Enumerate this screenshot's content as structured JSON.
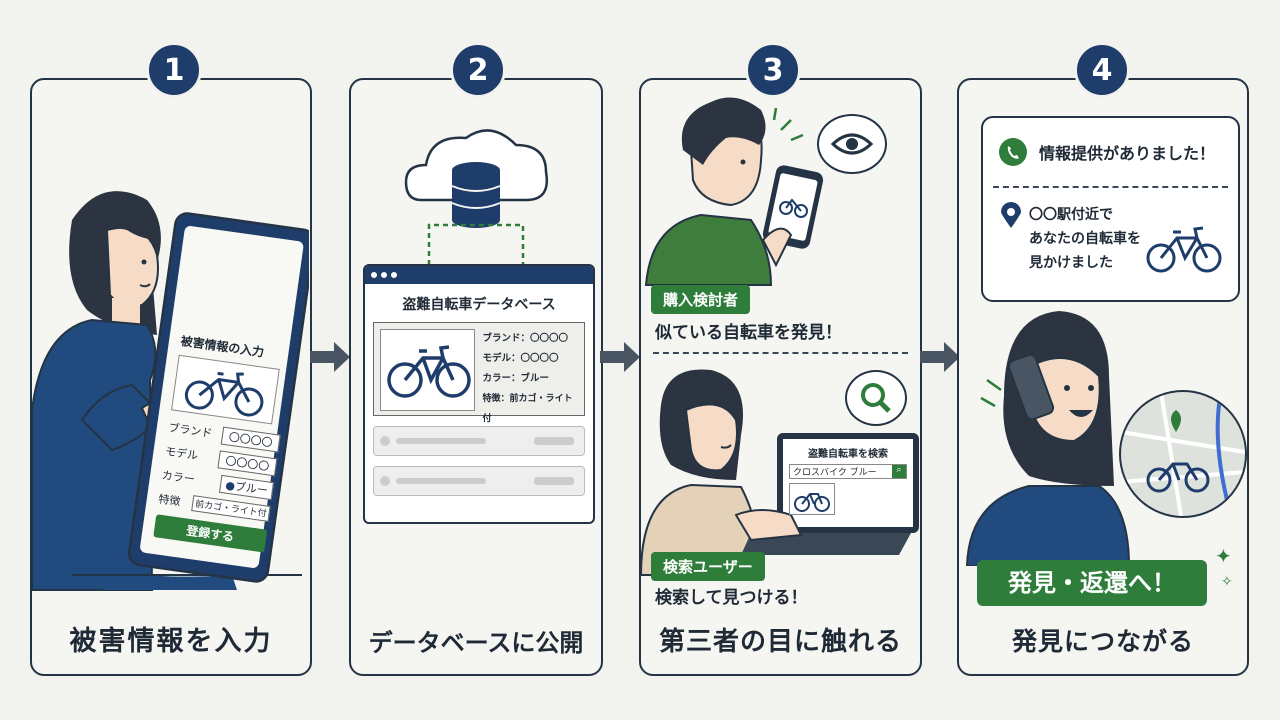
{
  "steps": [
    {
      "num": "1",
      "caption": "被害情報を入力"
    },
    {
      "num": "2",
      "caption": "データベースに公開"
    },
    {
      "num": "3",
      "caption": "第三者の目に触れる"
    },
    {
      "num": "4",
      "caption": "発見につながる"
    }
  ],
  "tablet": {
    "title": "被害情報の入力",
    "brand_label": "ブランド",
    "brand_value": "〇〇〇〇",
    "model_label": "モデル",
    "model_value": "〇〇〇〇",
    "color_label": "カラー",
    "color_value": "ブルー",
    "feature_label": "特徴",
    "feature_value": "前カゴ・ライト付",
    "submit": "登録する"
  },
  "database": {
    "title": "盗難自転車データベース",
    "brand": "ブランド：〇〇〇〇",
    "model": "モデル：〇〇〇〇",
    "color": "カラー：ブルー",
    "feature": "特徴：前カゴ・ライト付"
  },
  "step3": {
    "buyer_tag": "購入検討者",
    "buyer_text": "似ている自転車を発見！",
    "laptop_title": "盗難自転車を検索",
    "search_query": "クロスバイク  ブルー",
    "searcher_tag": "検索ユーザー",
    "searcher_text": "検索して見つける！"
  },
  "step4": {
    "notify": "情報提供がありました！",
    "msg1": "〇〇駅付近で",
    "msg2": "あなたの自転車を",
    "msg3": "見かけました",
    "result": "発見・返還へ！"
  },
  "colors": {
    "navy": "#1f3d6b",
    "green": "#2e7d3a",
    "ink": "#253445",
    "bg": "#f2f2ee"
  }
}
